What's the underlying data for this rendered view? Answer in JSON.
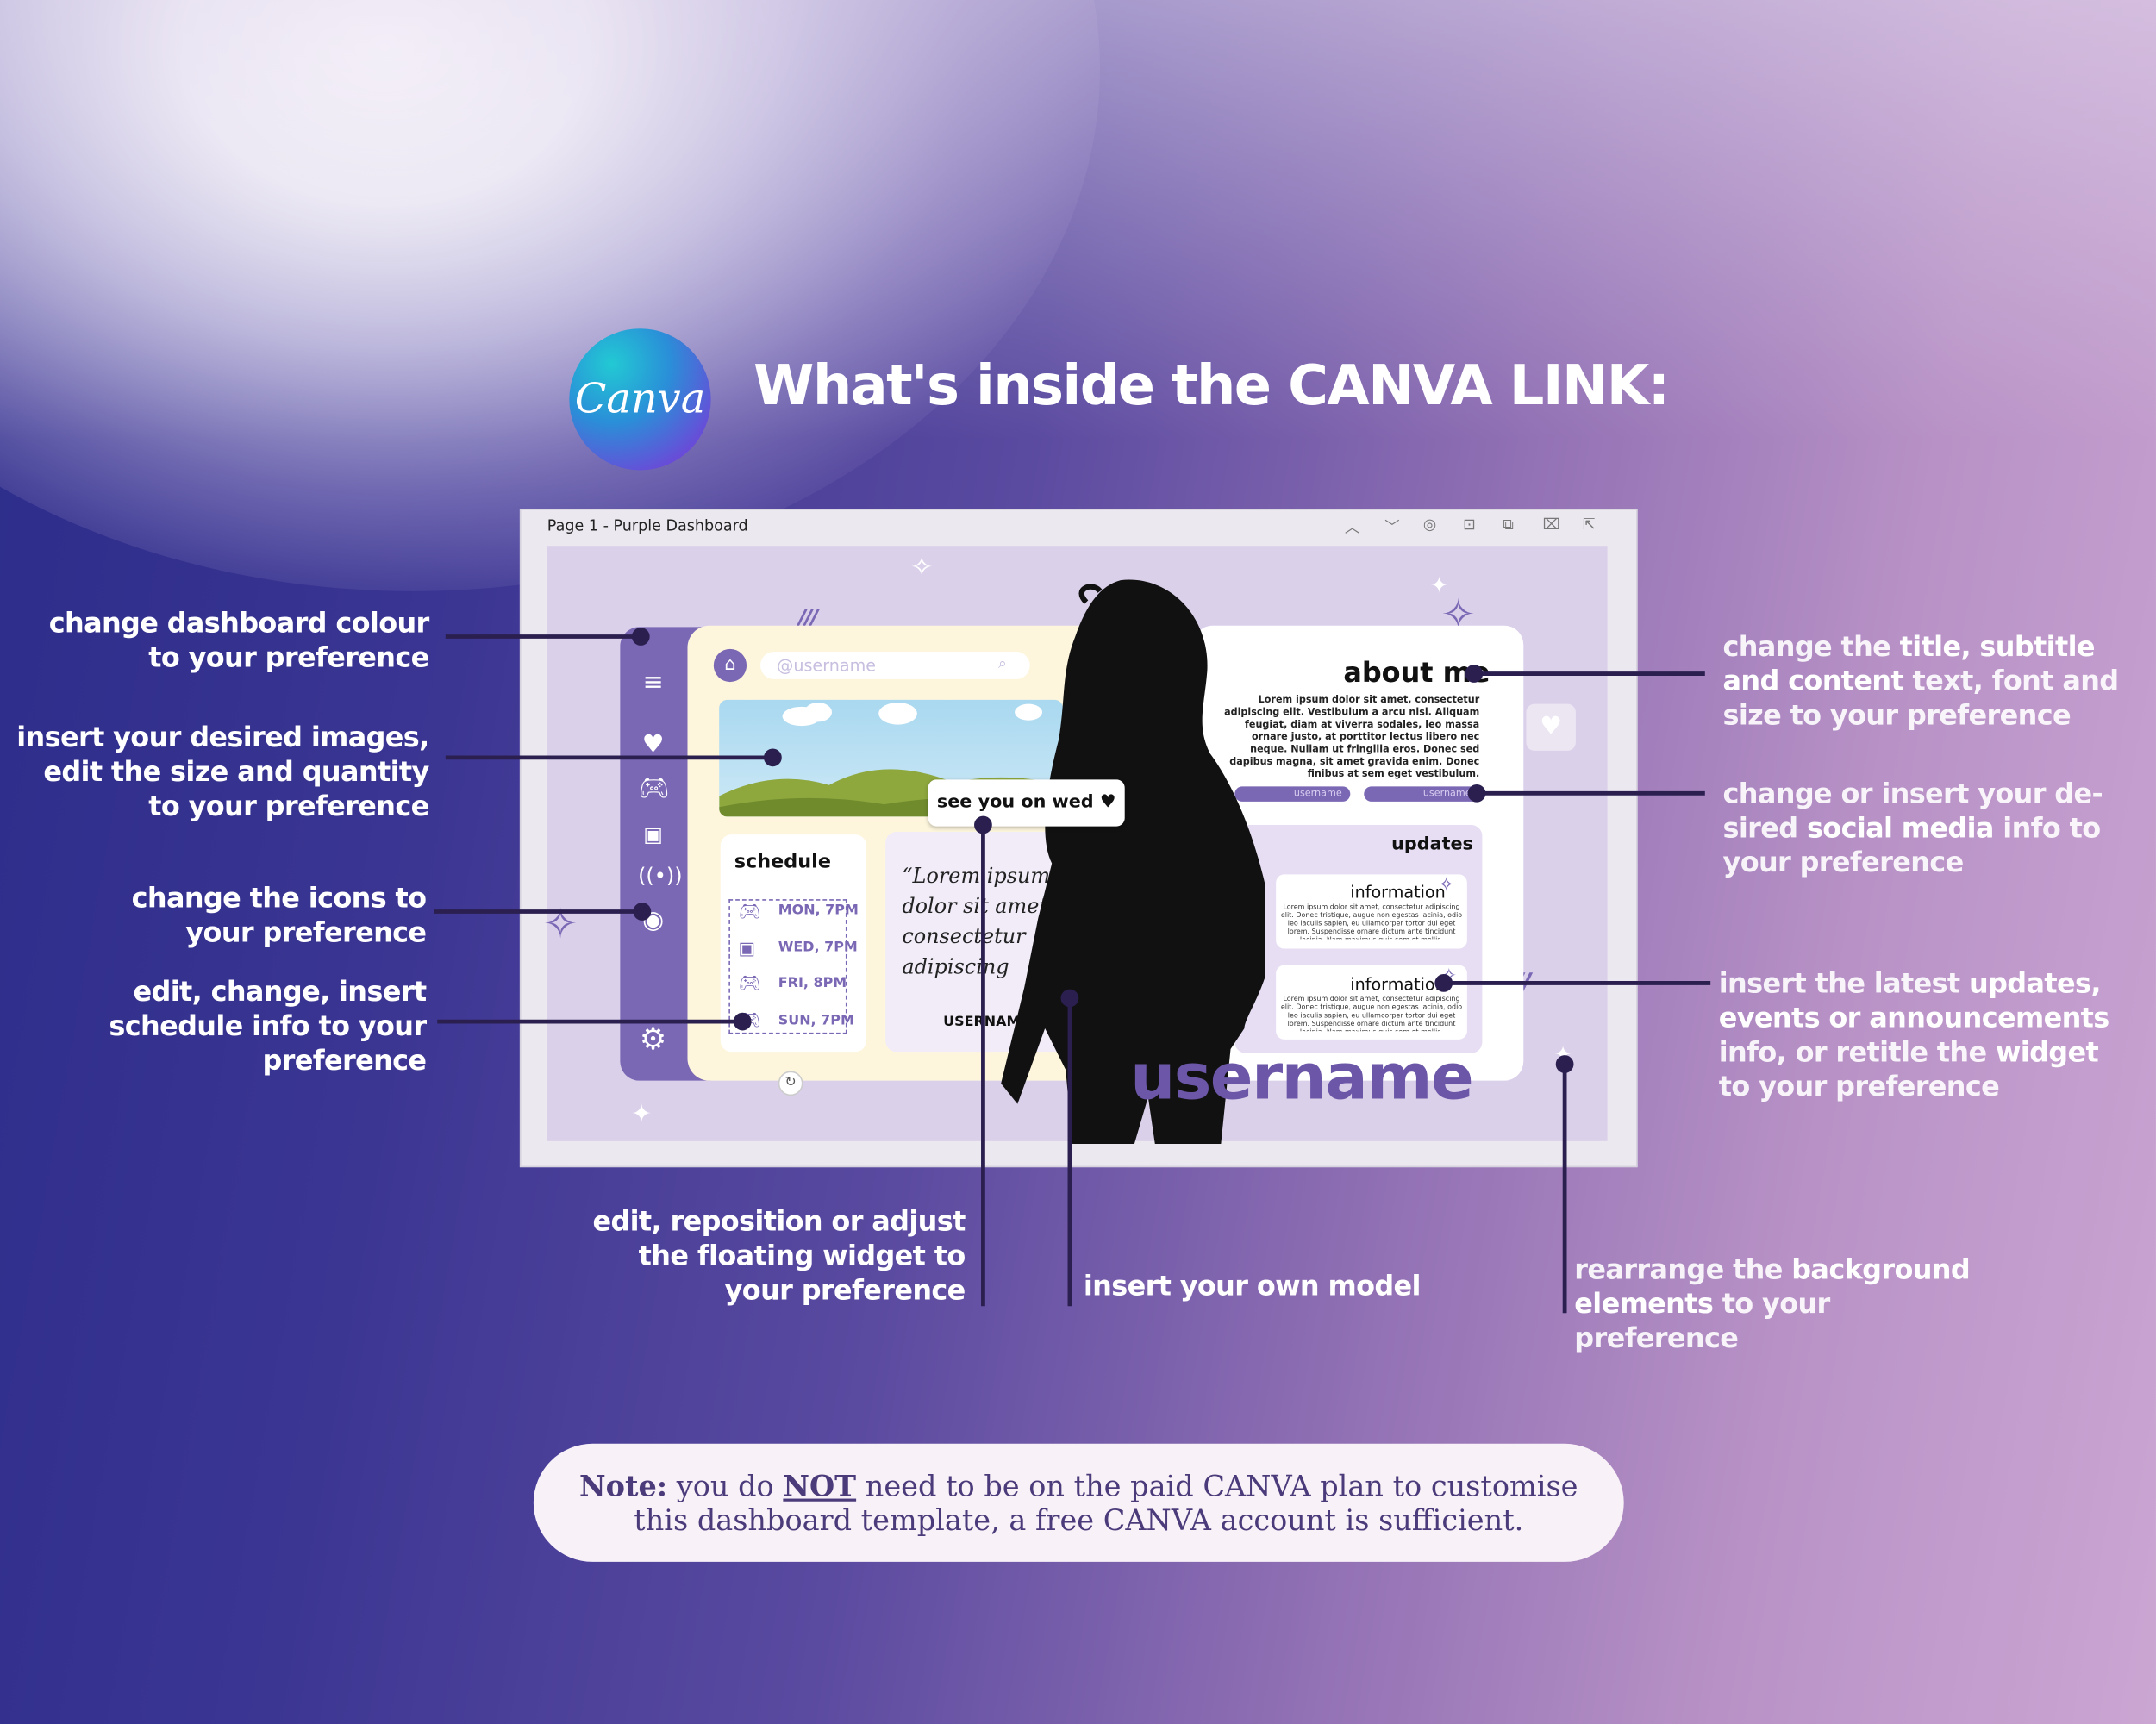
{
  "header": {
    "logo_text": "Canva",
    "title": "What's inside the CANVA LINK:"
  },
  "editor": {
    "page_title": "Page 1 - Purple Dashboard",
    "toolbar_icons": [
      "chevron-up-icon",
      "chevron-down-icon",
      "eye-icon",
      "lock-icon",
      "duplicate-icon",
      "trash-icon",
      "export-icon"
    ]
  },
  "dashboard": {
    "search_placeholder": "@username",
    "sidebar_icons": [
      "menu-icon",
      "heart-icon",
      "gamepad-icon",
      "chat-icon",
      "broadcast-icon",
      "user-icon",
      "settings-icon"
    ],
    "schedule": {
      "title": "schedule",
      "rows": [
        "MON, 7PM",
        "WED, 7PM",
        "FRI, 8PM",
        "SUN, 7PM"
      ]
    },
    "quote": {
      "text": "“Lorem ipsum dolor sit amet, consectetur adipiscing",
      "username": "USERNAME"
    },
    "about": {
      "title": "about me",
      "text": "Lorem ipsum dolor sit amet, consectetur adipiscing elit. Vestibulum a arcu nisl. Aliquam feugiat, diam at viverra sodales, leo massa ornare justo, at porttitor lectus libero nec neque. Nullam ut fringilla eros. Donec sed dapibus magna, sit amet gravida enim. Donec finibus at sem eget vestibulum.",
      "social_1": "username",
      "social_2": "username"
    },
    "updates": {
      "title": "updates",
      "items": [
        {
          "title": "information",
          "text": "Lorem ipsum dolor sit amet, consectetur adipiscing elit. Donec tristique, augue non egestas lacinia, odio leo iaculis sapien, eu ullamcorper tortor dui eget lorem. Suspendisse ornare dictum ante tincidunt lacinia. Nam maximus quis sem et mollis."
        },
        {
          "title": "information",
          "text": "Lorem ipsum dolor sit amet, consectetur adipiscing elit. Donec tristique, augue non egestas lacinia, odio leo iaculis sapien, eu ullamcorper tortor dui eget lorem. Suspendisse ornare dictum ante tincidunt lacinia. Nam maximus quis sem et mollis."
        }
      ]
    },
    "floating_widget": "see you on wed ♥",
    "big_username": "username"
  },
  "annotations": {
    "dashboard_colour": {
      "pre": "change ",
      "bold": "dashboard colour",
      "post": " to your preference"
    },
    "images": {
      "pre": "insert your desired ",
      "bold": "images",
      "post": ", edit the size and quantity to your preference"
    },
    "icons": {
      "pre": "change the ",
      "bold": "icons",
      "post": " to your preference"
    },
    "schedule": {
      "pre": "edit, change, insert ",
      "bold": "schedule",
      "post": " info to your preference"
    },
    "floating": {
      "pre": "edit, reposition or adjust the ",
      "bold": "floating widget",
      "post": " to your preference"
    },
    "model": {
      "pre": "insert your own ",
      "bold": "model",
      "post": ""
    },
    "background": {
      "pre": "rearrange the ",
      "bold": "background elements",
      "post": " to your preference"
    },
    "title": {
      "pre": "change the ",
      "bold": "title, subtitle and content",
      "post": " text, font and size to your preference"
    },
    "social": {
      "pre": "change or insert your de-sired ",
      "bold": "social media",
      "post": " info to your preference"
    },
    "updates": {
      "pre": "insert the latest ",
      "bold": "updates, events or announcements",
      "mid": " info, or retitle the ",
      "bold2": "widget",
      "post": " to your preference"
    }
  },
  "note": {
    "label": "Note:",
    "pre": " you do ",
    "emph": "NOT",
    "post": " need to be on the paid CANVA plan to customise",
    "line2": "this dashboard template, a free CANVA account is sufficient."
  },
  "colors": {
    "accent": "#7b68b5",
    "panel": "#fdf6dd",
    "artboard": "#dbd0ea",
    "text_dark": "#4b3b7a"
  }
}
